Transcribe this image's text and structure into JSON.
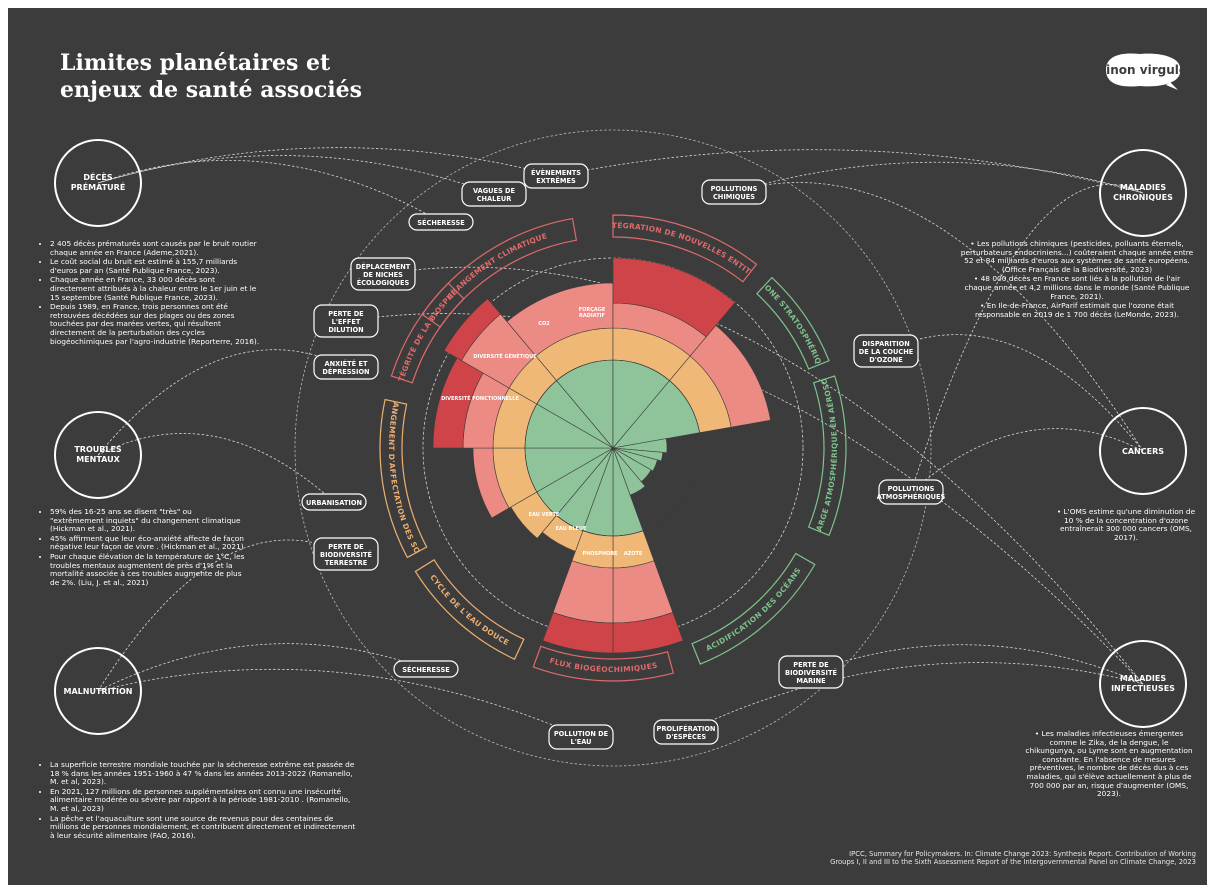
{
  "title": {
    "line1": "Limites planétaires et",
    "line2": "enjeux de santé associés"
  },
  "logo": {
    "text": "sinon virgule"
  },
  "colors": {
    "background": "#3c3c3c",
    "safe": "#8fc49a",
    "increasing_risk": "#f0b877",
    "high_risk": "#ec8a84",
    "very_high_risk": "#cf4448",
    "label_red": "#e06a6a",
    "label_green": "#7fc28c",
    "label_orange": "#eeb071",
    "text": "#ffffff"
  },
  "impacts": [
    {
      "id": "deces",
      "label": "DÉCÈS PRÉMATURÉ"
    },
    {
      "id": "troubles",
      "label": "TROUBLES MENTAUX"
    },
    {
      "id": "malnutrition",
      "label": "MALNUTRITION"
    },
    {
      "id": "chroniques",
      "label": "MALADIES CHRONIQUES"
    },
    {
      "id": "cancers",
      "label": "CANCERS"
    },
    {
      "id": "infectieuses",
      "label": "MALADIES INFECTIEUSES"
    }
  ],
  "drivers": [
    {
      "id": "evenements",
      "label": "ÉVÈNEMENTS EXTRÊMES"
    },
    {
      "id": "vagues",
      "label": "VAGUES DE CHALEUR"
    },
    {
      "id": "secheresse1",
      "label": "SÉCHERESSE"
    },
    {
      "id": "pollutions_chimiques",
      "label": "POLLUTIONS CHIMIQUES"
    },
    {
      "id": "deplacement",
      "label": "DÉPLACEMENT DE NICHES ÉCOLOGIQUES"
    },
    {
      "id": "dilution",
      "label": "PERTE DE L'EFFET DILUTION"
    },
    {
      "id": "anxiete",
      "label": "ANXIÉTÉ ET DÉPRESSION"
    },
    {
      "id": "ozone",
      "label": "DISPARITION DE LA COUCHE D'OZONE"
    },
    {
      "id": "atmospheriques",
      "label": "POLLUTIONS ATMOSPHÉRIQUES"
    },
    {
      "id": "urbanisation",
      "label": "URBANISATION"
    },
    {
      "id": "biodiv_terrestre",
      "label": "PERTE DE BIODIVERSITÉ TERRESTRE"
    },
    {
      "id": "secheresse2",
      "label": "SÉCHERESSE"
    },
    {
      "id": "biodiv_marine",
      "label": "PERTE DE BIODIVERSITÉ MARINE"
    },
    {
      "id": "pollution_eau",
      "label": "POLLUTION DE L'EAU"
    },
    {
      "id": "proliferation",
      "label": "PROLIFÉRATION D'ESPÈCES"
    }
  ],
  "boundaries": [
    {
      "label": "CHANGEMENT CLIMATIQUE",
      "color": "label_red"
    },
    {
      "label": "INTÉGRATION DE NOUVELLES ENTITÉS",
      "color": "label_red"
    },
    {
      "label": "OZONE STRATOSPHÉRIQUE",
      "color": "label_green"
    },
    {
      "label": "CHARGE ATMOSPHÉRIQUE EN AÉROSOLS",
      "color": "label_green"
    },
    {
      "label": "ACIDIFICATION DES OCÉANS",
      "color": "label_green"
    },
    {
      "label": "FLUX BIOGÉOCHIMIQUES",
      "color": "label_red"
    },
    {
      "label": "CYCLE DE L'EAU DOUCE",
      "color": "label_orange"
    },
    {
      "label": "CHANGEMENT D'AFFECTATION DES SOLS",
      "color": "label_orange"
    },
    {
      "label": "INTÉGRITÉ DE LA BIOSPHÈRE",
      "color": "label_red"
    }
  ],
  "wedge_labels": {
    "forcage": "FORÇAGE RADIATIF",
    "co2": "CO2",
    "div_genetique": "DIVERSITÉ GÉNÉTIQUE",
    "div_fonctionnelle": "DIVERSITÉ FONCTIONNELLE",
    "eau_verte": "EAU VERTE",
    "eau_bleue": "EAU BLEUE",
    "phosphore": "PHOSPHORE",
    "azote": "AZOTE"
  },
  "notes": {
    "deces": [
      "2 405 décès prématurés sont causés par le bruit routier chaque année en France (Ademe,2021).",
      "Le coût social du bruit est estimé à 155,7 milliards d'euros par an (Santé Publique France, 2023).",
      "Chaque année en France, 33 000 décès sont directement attribués à la chaleur entre le 1er juin et le 15 septembre (Santé Publique France, 2023).",
      "Depuis 1989, en France, trois personnes ont été retrouvées décédées sur des plages ou des zones touchées par des marées vertes, qui résultent directement de la perturbation des cycles biogéochimiques par l'agro-industrie (Reporterre, 2016)."
    ],
    "troubles": [
      "59% des 16-25 ans se disent \"très\" ou \"extrêmement inquiets\" du changement climatique (Hickman et al., 2021).",
      "45% affirment que leur éco-anxiété affecte de façon négative leur façon de vivre . (Hickman et al., 2021)",
      "Pour chaque élévation de la température de 1°C, les troubles mentaux augmentent de près d'1% et la mortalité associée à ces troubles augmente de plus de 2%. (Liu, J. et al., 2021)"
    ],
    "malnutrition": [
      "La superficie terrestre mondiale touchée par la sécheresse extrême est passée de 18 % dans les années 1951-1960 à 47 % dans les années 2013-2022 (Romanello, M. et al, 2023).",
      "En 2021, 127 millions de personnes supplémentaires ont connu une insécurité alimentaire modérée ou sévère par rapport à la période 1981-2010 . (Romanello, M. et al, 2023)",
      "La pêche et l'aquaculture sont une source de revenus pour des centaines de millions de personnes mondialement, et contribuent directement et indirectement à leur sécurité alimentaire (FAO, 2016)."
    ],
    "chroniques": [
      "Les pollutions chimiques (pesticides, polluants éternels, perturbateurs endocriniens...) coûteraient chaque année entre 52 et 84 milliards d'euros aux systèmes de santé européens. (Office Français de la Biodiversité, 2023)",
      "48 000 décès en France sont liés à la pollution de l'air chaque année et 4,2 millions dans le monde (Santé Publique France, 2021).",
      "En Ile-de-France, AirParif estimait que l'ozone était responsable en 2019 de 1 700 décès (LeMonde, 2023)."
    ],
    "cancers": [
      "L'OMS estime qu'une diminution de 10 % de la concentration d'ozone entraînerait 300 000 cancers (OMS, 2017)."
    ],
    "infectieuses": [
      "Les maladies infectieuses émergentes comme le Zika, de la dengue, le chikungunya, ou Lyme sont en augmentation constante. En l'absence de mesures préventives, le nombre de décès dus à ces maladies, qui s'élève actuellement à plus de 700 000 par an, risque d'augmenter (OMS, 2023)."
    ]
  },
  "source": {
    "line1": "IPCC, Summary for Policymakers. In: Climate Change 2023: Synthesis Report. Contribution of Working",
    "line2": "Groups I, II and III to the Sixth Assessment Report of the Intergovernmental Panel on Climate Change, 2023"
  }
}
